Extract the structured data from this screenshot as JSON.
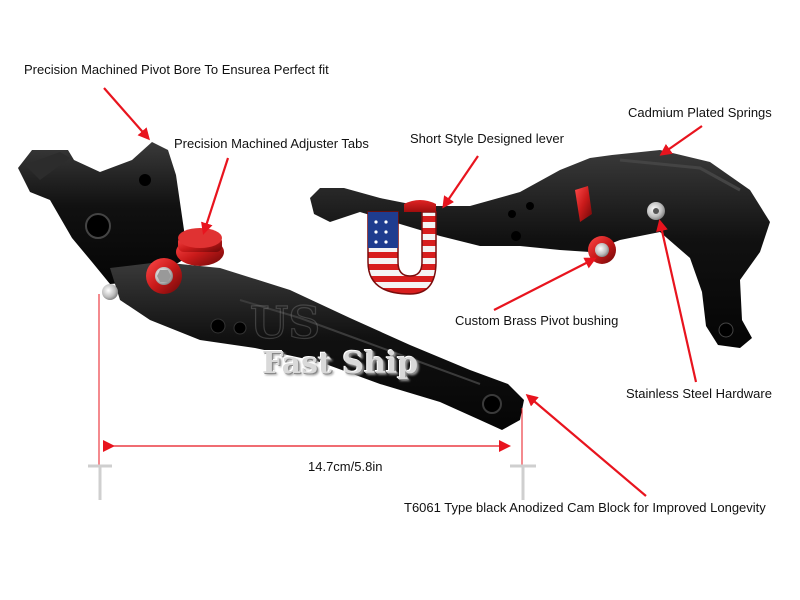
{
  "watermark": {
    "text": "Fast Ship"
  },
  "flag_logo": {
    "letter": "U"
  },
  "colors": {
    "arrow": "#e8141e",
    "anodized_red": "#c91a1a",
    "lever_black": "#141414",
    "dimension_line": "#e8141e"
  },
  "labels": {
    "pivot_bore": "Precision Machined Pivot Bore To Ensurea Perfect fit",
    "adjuster_tabs": "Precision Machined Adjuster Tabs",
    "short_style": "Short Style Designed lever",
    "springs": "Cadmium Plated Springs",
    "brass_bushing": "Custom Brass Pivot bushing",
    "hardware": "Stainless Steel Hardware",
    "cam_block": "T6061 Type black Anodized Cam Block for Improved Longevity"
  },
  "dimension": {
    "text": "14.7cm/5.8in"
  }
}
